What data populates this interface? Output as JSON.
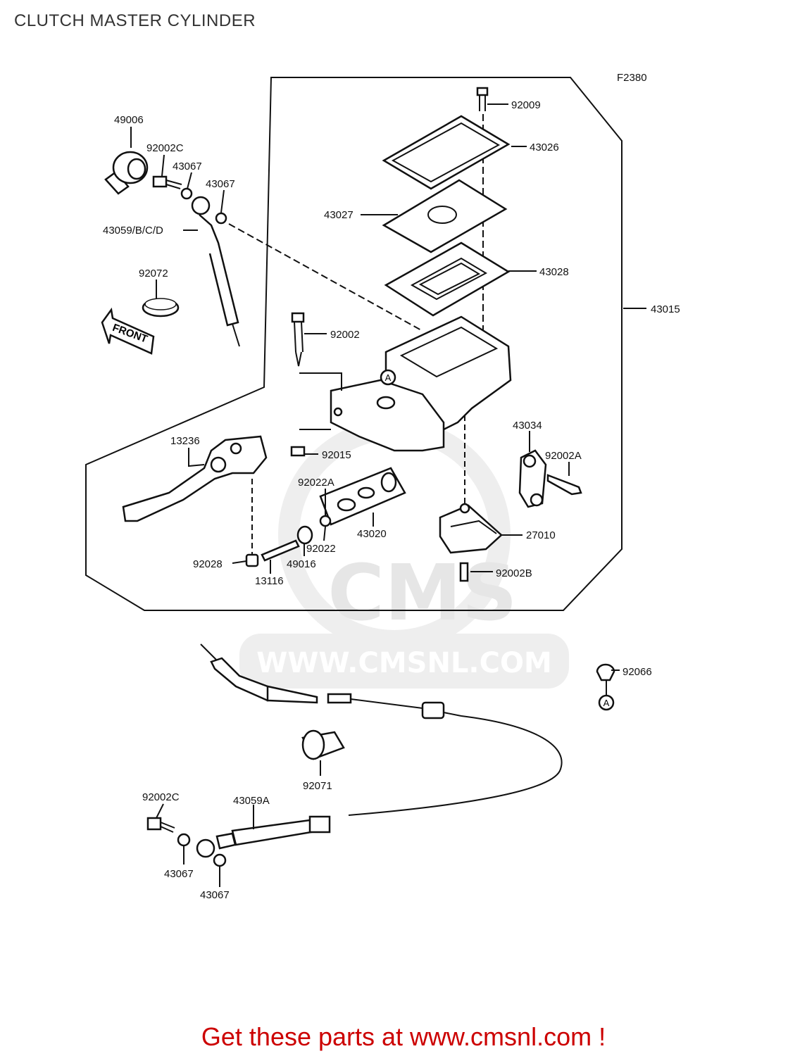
{
  "title": "CLUTCH MASTER CYLINDER",
  "figure_code": "F2380",
  "watermark": {
    "brand": "CMS",
    "url": "WWW.CMSNL.COM"
  },
  "front_label": "FRONT",
  "ref_marker": "A",
  "labels": {
    "l49006": "49006",
    "l92002C_top": "92002C",
    "l43067_a": "43067",
    "l43067_b": "43067",
    "l43059": "43059/B/C/D",
    "l92072": "92072",
    "l92009": "92009",
    "l43026": "43026",
    "l43027": "43027",
    "l43028": "43028",
    "l43015": "43015",
    "l92002": "92002",
    "l43034": "43034",
    "l92002A": "92002A",
    "l13236": "13236",
    "l92015": "92015",
    "l92022A": "92022A",
    "l43020": "43020",
    "l92022": "92022",
    "l49016": "49016",
    "l92028": "92028",
    "l13116": "13116",
    "l27010": "27010",
    "l92002B": "92002B",
    "l92066": "92066",
    "l92071": "92071",
    "l92002C_bot": "92002C",
    "l43059A": "43059A",
    "l43067_c": "43067",
    "l43067_d": "43067"
  },
  "footer": {
    "text": "Get these parts at www.cmsnl.com !",
    "color": "#cc0000"
  }
}
